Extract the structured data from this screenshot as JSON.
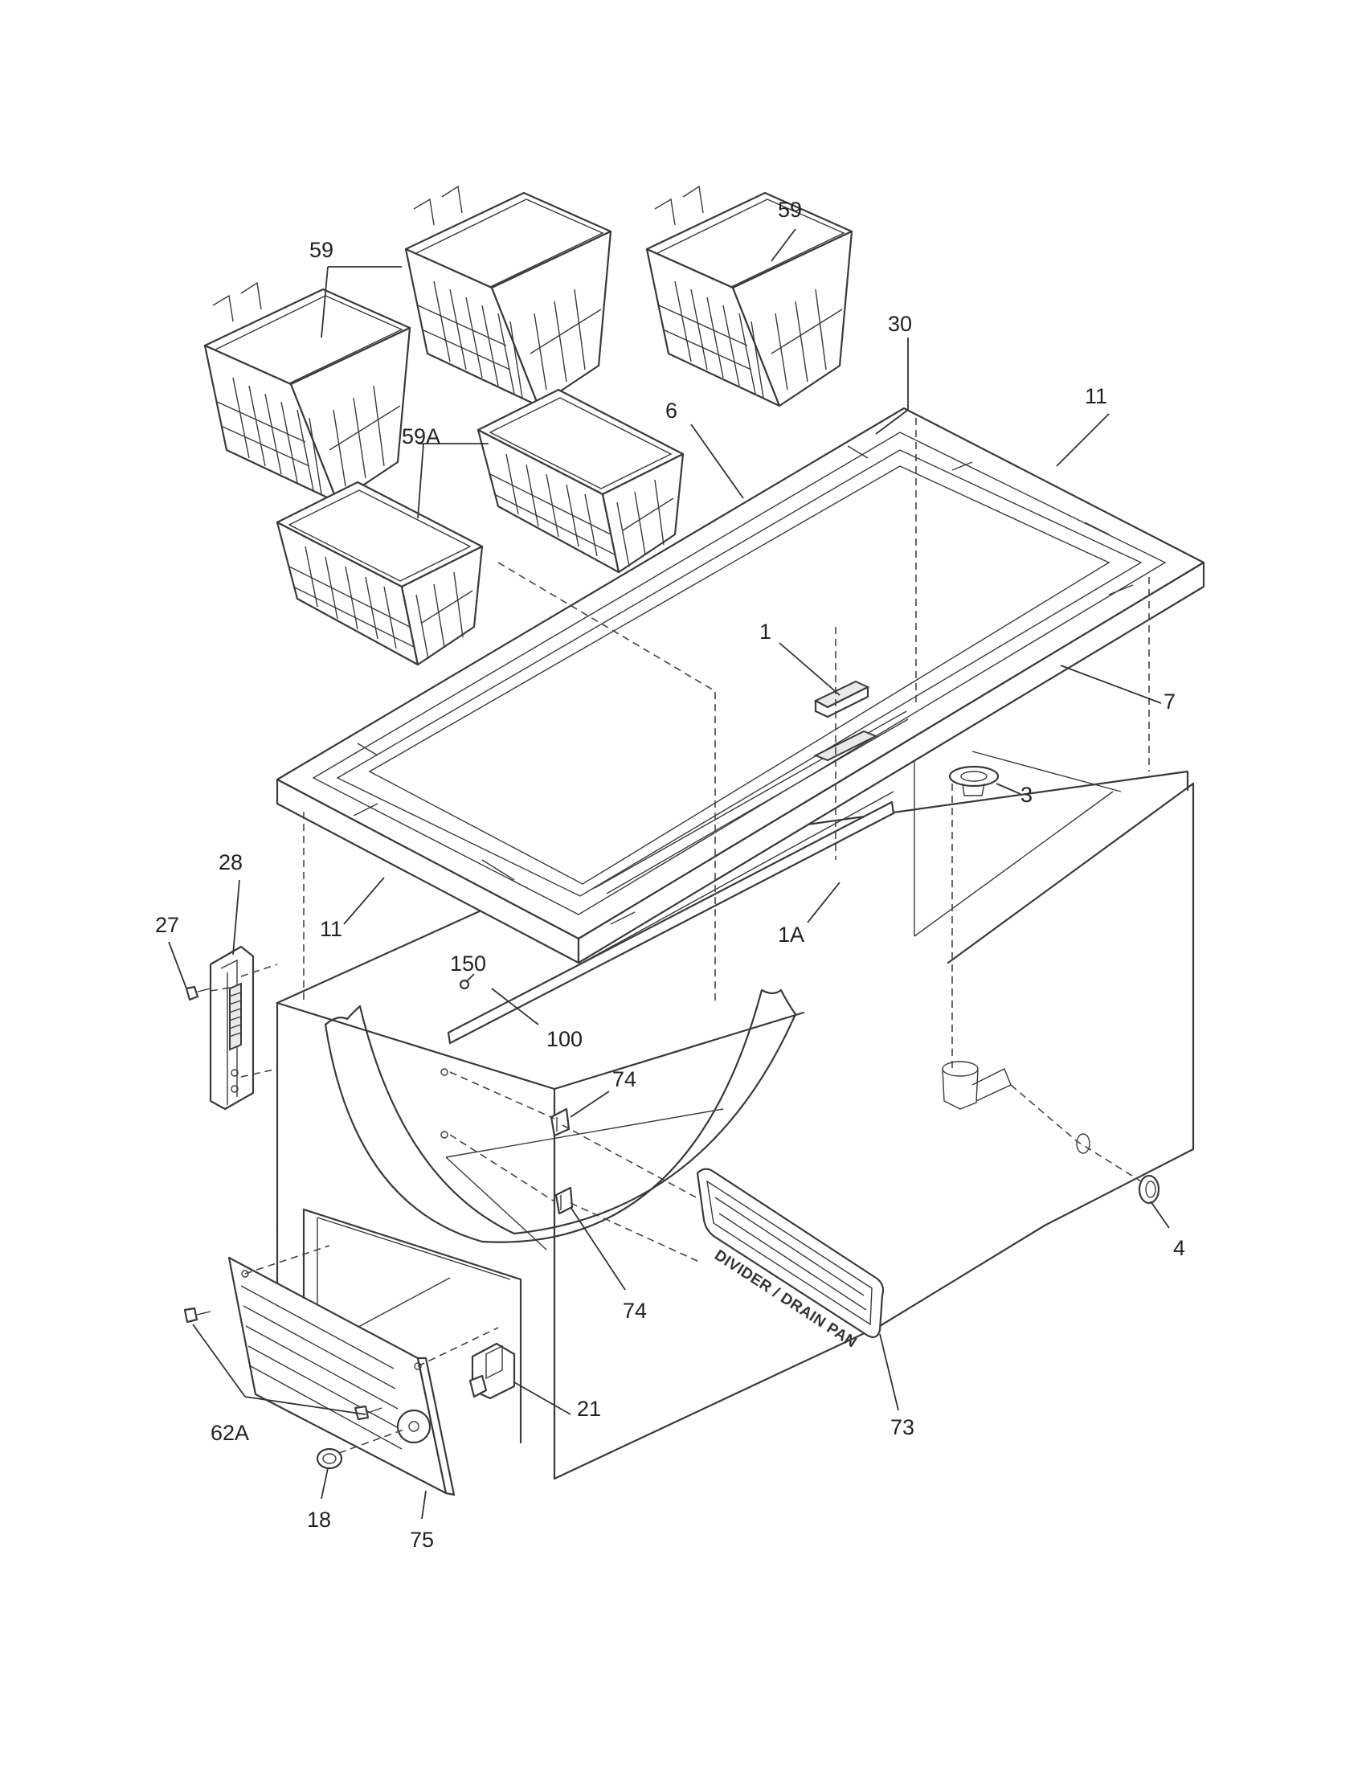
{
  "callouts": [
    {
      "id": "59",
      "text": "59"
    },
    {
      "id": "59b",
      "text": "59"
    },
    {
      "id": "59A",
      "text": "59A"
    },
    {
      "id": "30",
      "text": "30"
    },
    {
      "id": "11",
      "text": "11"
    },
    {
      "id": "11b",
      "text": "11"
    },
    {
      "id": "6",
      "text": "6"
    },
    {
      "id": "1",
      "text": "1"
    },
    {
      "id": "7",
      "text": "7"
    },
    {
      "id": "3",
      "text": "3"
    },
    {
      "id": "1A",
      "text": "1A"
    },
    {
      "id": "28",
      "text": "28"
    },
    {
      "id": "27",
      "text": "27"
    },
    {
      "id": "150",
      "text": "150"
    },
    {
      "id": "100",
      "text": "100"
    },
    {
      "id": "74",
      "text": "74"
    },
    {
      "id": "74b",
      "text": "74"
    },
    {
      "id": "4",
      "text": "4"
    },
    {
      "id": "73",
      "text": "73"
    },
    {
      "id": "21",
      "text": "21"
    },
    {
      "id": "62A",
      "text": "62A"
    },
    {
      "id": "18",
      "text": "18"
    },
    {
      "id": "75",
      "text": "75"
    }
  ],
  "plate_text": "DIVIDER / DRAIN PAN"
}
